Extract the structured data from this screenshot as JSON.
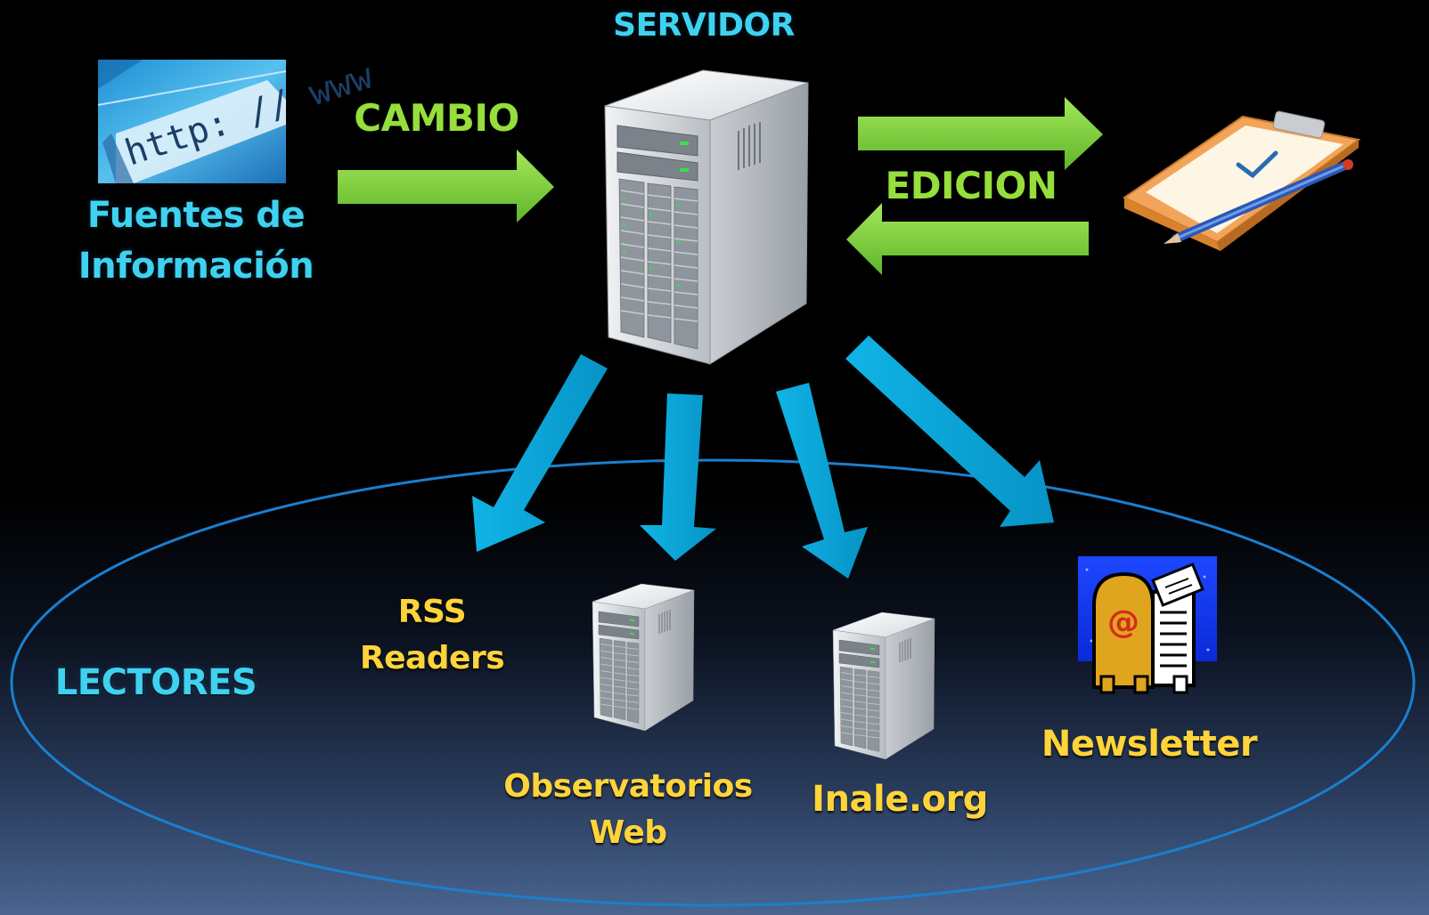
{
  "servidor": {
    "title": "SERVIDOR"
  },
  "fuentes": {
    "line1": "Fuentes de",
    "line2": "Información"
  },
  "cambio": {
    "label": "CAMBIO"
  },
  "edicion": {
    "label": "EDICION"
  },
  "lectores": {
    "label": "LECTORES"
  },
  "rss": {
    "line1": "RSS",
    "line2": "Readers"
  },
  "observatorios": {
    "line1": "Observatorios",
    "line2": "Web"
  },
  "inale": {
    "label": "Inale.org"
  },
  "newsletter": {
    "label": "Newsletter"
  },
  "url_banner": {
    "text": "http: // www"
  },
  "colors": {
    "background": "#000000",
    "cyan_text": "#3fd2f0",
    "green_arrow": "#7ed13c",
    "green_text": "#96de3c",
    "blue_arrow": "#0aa6d8",
    "yellow_text": "#ffd43a",
    "ellipse_stroke": "#1a7fd0"
  }
}
